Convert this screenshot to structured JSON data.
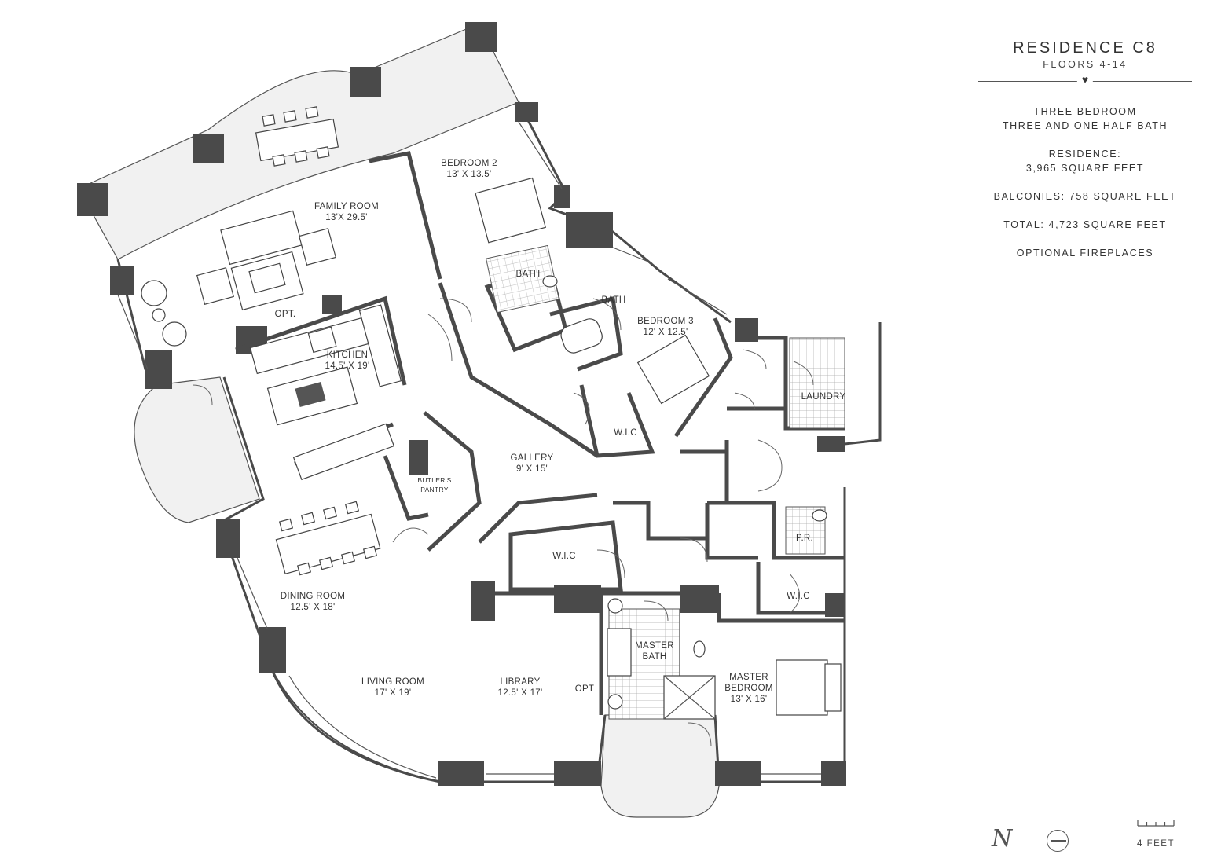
{
  "residence": {
    "title": "RESIDENCE C8",
    "floors": "FLOORS 4-14",
    "ornament": "♥",
    "bed_line": "THREE BEDROOM",
    "bath_line": "THREE AND ONE HALF BATH",
    "residence_label": "RESIDENCE:",
    "residence_area": "3,965 SQUARE FEET",
    "balconies": "BALCONIES: 758 SQUARE FEET",
    "total": "TOTAL: 4,723 SQUARE FEET",
    "fireplaces": "OPTIONAL FIREPLACES"
  },
  "scale_label": "4 FEET",
  "logo_text": "N",
  "rooms": {
    "family_room": {
      "name": "FAMILY ROOM",
      "dims": "13'X 29.5'"
    },
    "bedroom2": {
      "name": "BEDROOM 2",
      "dims": "13' X 13.5'"
    },
    "bath_a": "BATH",
    "bath_b": "BATH",
    "bedroom3": {
      "name": "BEDROOM 3",
      "dims": "12' X 12.5'"
    },
    "laundry": "LAUNDRY",
    "kitchen": {
      "name": "KITCHEN",
      "dims": "14.5' X 19'"
    },
    "opt_a": "OPT.",
    "wic_a": "W.I.C",
    "gallery": {
      "name": "GALLERY",
      "dims": "9' X 15'"
    },
    "butlers_pantry": {
      "name": "BUTLER'S",
      "name2": "PANTRY"
    },
    "dining_room": {
      "name": "DINING ROOM",
      "dims": "12.5' X 18'"
    },
    "wic_b": "W.I.C",
    "pr": "P.R.",
    "wic_c": "W.I.C",
    "master_bath": {
      "name": "MASTER",
      "name2": "BATH"
    },
    "living_room": {
      "name": "LIVING ROOM",
      "dims": "17' X 19'"
    },
    "library": {
      "name": "LIBRARY",
      "dims": "12.5' X 17'"
    },
    "opt_b": "OPT",
    "master_bedroom": {
      "name": "MASTER",
      "name2": "BEDROOM",
      "dims": "13' X 16'"
    }
  }
}
